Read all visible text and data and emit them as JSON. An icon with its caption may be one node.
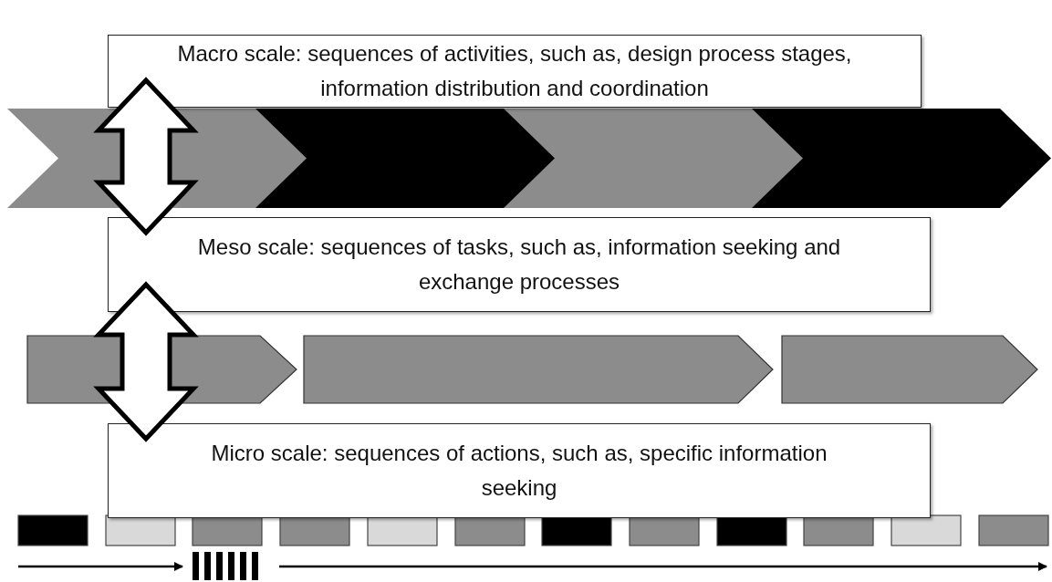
{
  "diagram": {
    "nodes": [
      {
        "text": [
          "Macro scale: sequences of activities, such as, design process stages, information distribution and coordination"
        ]
      },
      {
        "text": [],
        "shape": "chevron"
      },
      {
        "text": [],
        "shape": "chevron"
      },
      {
        "text": [],
        "shape": "chevron"
      },
      {
        "text": [],
        "shape": "chevron"
      },
      {
        "text": [
          "Meso scale: sequences of tasks, such as, information seeking and exchange processes"
        ]
      },
      {
        "text": [],
        "shape": "chevron"
      },
      {
        "text": [],
        "shape": "chevron"
      },
      {
        "text": [],
        "shape": "chevron"
      },
      {
        "text": [
          "Micro scale: sequences of actions, such as, specific information seeking"
        ]
      },
      {
        "text": [],
        "shape": "box"
      },
      {
        "text": [],
        "shape": "box"
      },
      {
        "text": [],
        "shape": "box"
      },
      {
        "text": [],
        "shape": "box"
      },
      {
        "text": [],
        "shape": "box"
      },
      {
        "text": [],
        "shape": "box"
      },
      {
        "text": [],
        "shape": "box"
      },
      {
        "text": [],
        "shape": "box"
      },
      {
        "text": [],
        "shape": "box"
      },
      {
        "text": [],
        "shape": "box"
      },
      {
        "text": [],
        "shape": "box"
      },
      {
        "text": [],
        "shape": "box"
      }
    ],
    "edges": [
      {
        "from": 0,
        "to": 5,
        "arrow": "both"
      },
      {
        "from": 5,
        "to": 9,
        "arrow": "both"
      }
    ]
  }
}
